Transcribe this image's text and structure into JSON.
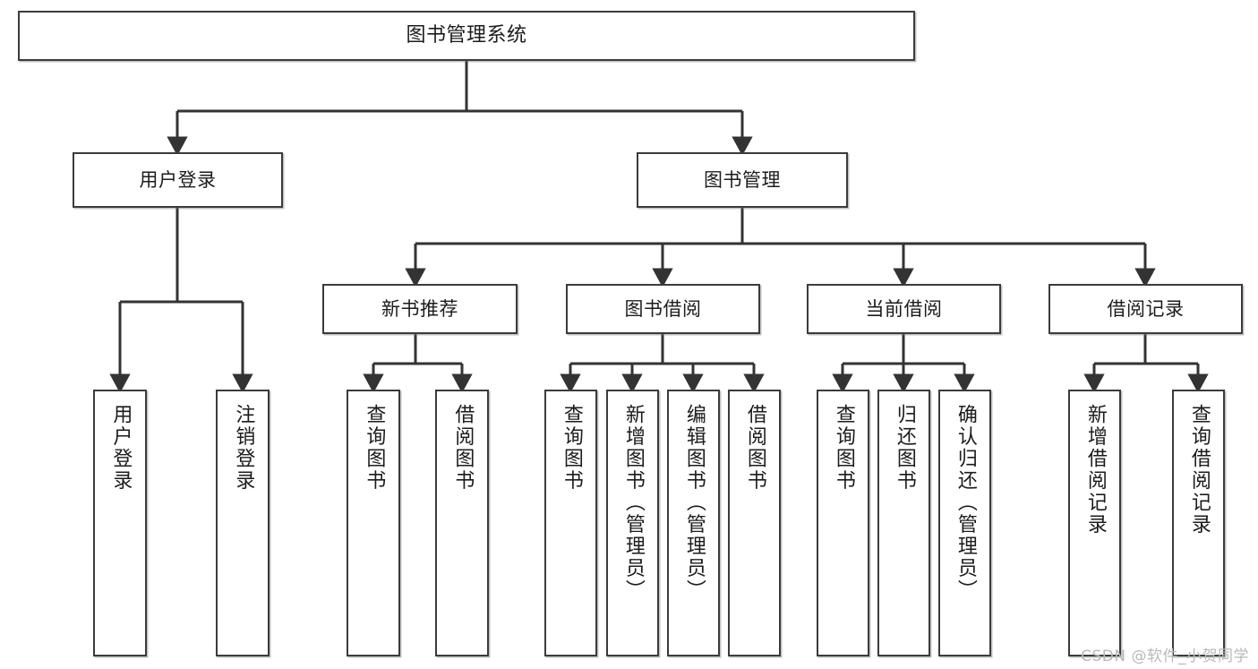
{
  "diagram": {
    "type": "tree",
    "title": "图书管理系统",
    "orientation": "top-down",
    "watermark": "CSDN @软件_小贺同学",
    "colors": {
      "box_border": "#3b3b3b",
      "box_fill": "#ffffff",
      "connector": "#333333",
      "text": "#1c1c1c",
      "watermark": "#b9b9b9",
      "background": "#ffffff"
    }
  },
  "nodes": {
    "root": {
      "label": "图书管理系统",
      "level": 1
    },
    "level2": [
      {
        "id": "user-login",
        "label": "用户登录",
        "level": 2
      },
      {
        "id": "book-manage",
        "label": "图书管理",
        "level": 2
      }
    ],
    "level3": [
      {
        "id": "new-book-recommend",
        "label": "新书推荐",
        "level": 3,
        "parent": "book-manage"
      },
      {
        "id": "book-borrow",
        "label": "图书借阅",
        "level": 3,
        "parent": "book-manage"
      },
      {
        "id": "current-borrow",
        "label": "当前借阅",
        "level": 3,
        "parent": "book-manage"
      },
      {
        "id": "borrow-record",
        "label": "借阅记录",
        "level": 3,
        "parent": "book-manage"
      }
    ],
    "leaves": [
      {
        "id": "leaf-user-login",
        "label": "用户登录",
        "parent": "user-login"
      },
      {
        "id": "leaf-user-logout",
        "label": "注销登录",
        "parent": "user-login"
      },
      {
        "id": "leaf-rec-query",
        "label": "查询图书",
        "parent": "new-book-recommend"
      },
      {
        "id": "leaf-rec-borrow",
        "label": "借阅图书",
        "parent": "new-book-recommend"
      },
      {
        "id": "leaf-borrow-query",
        "label": "查询图书",
        "parent": "book-borrow"
      },
      {
        "id": "leaf-borrow-add",
        "label": "新增图书（管理员）",
        "parent": "book-borrow"
      },
      {
        "id": "leaf-borrow-edit",
        "label": "编辑图书（管理员）",
        "parent": "book-borrow"
      },
      {
        "id": "leaf-borrow-do",
        "label": "借阅图书",
        "parent": "book-borrow"
      },
      {
        "id": "leaf-cur-query",
        "label": "查询图书",
        "parent": "current-borrow"
      },
      {
        "id": "leaf-cur-return",
        "label": "归还图书",
        "parent": "current-borrow"
      },
      {
        "id": "leaf-cur-confirm",
        "label": "确认归还（管理员）",
        "parent": "current-borrow"
      },
      {
        "id": "leaf-rec-add",
        "label": "新增借阅记录",
        "parent": "borrow-record"
      },
      {
        "id": "leaf-rec-query-record",
        "label": "查询借阅记录",
        "parent": "borrow-record"
      }
    ]
  }
}
